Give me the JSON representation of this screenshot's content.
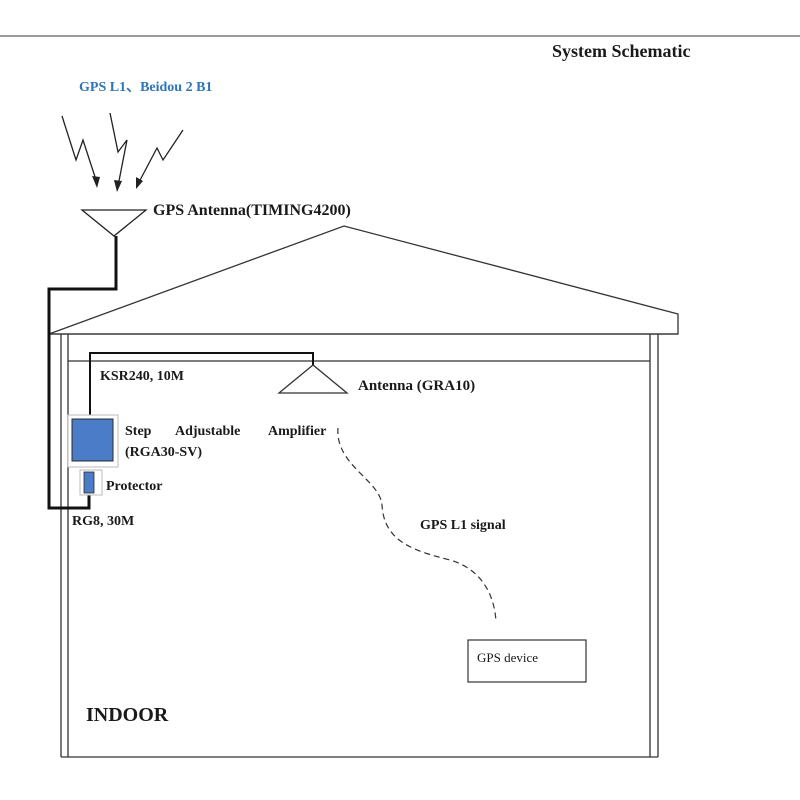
{
  "title": "System Schematic",
  "signal": {
    "label": "GPS L1、Beidou 2 B1",
    "color": "#2e75b6"
  },
  "outdoor_antenna": {
    "label": "GPS Antenna(TIMING4200)"
  },
  "indoor_antenna": {
    "label": "Antenna (GRA10)"
  },
  "indoor_cable": {
    "label": "KSR240, 10M"
  },
  "outdoor_cable": {
    "label": "RG8, 30M"
  },
  "amplifier": {
    "label_words": [
      "Step",
      "Adjustable",
      "Amplifier"
    ],
    "model": "(RGA30-SV)",
    "color": "#4a7cc7"
  },
  "protector": {
    "label": "Protector",
    "color": "#4a7cc7"
  },
  "l1_signal": {
    "label": "GPS L1 signal"
  },
  "device": {
    "label": "GPS device"
  },
  "zone": {
    "label": "INDOOR"
  }
}
